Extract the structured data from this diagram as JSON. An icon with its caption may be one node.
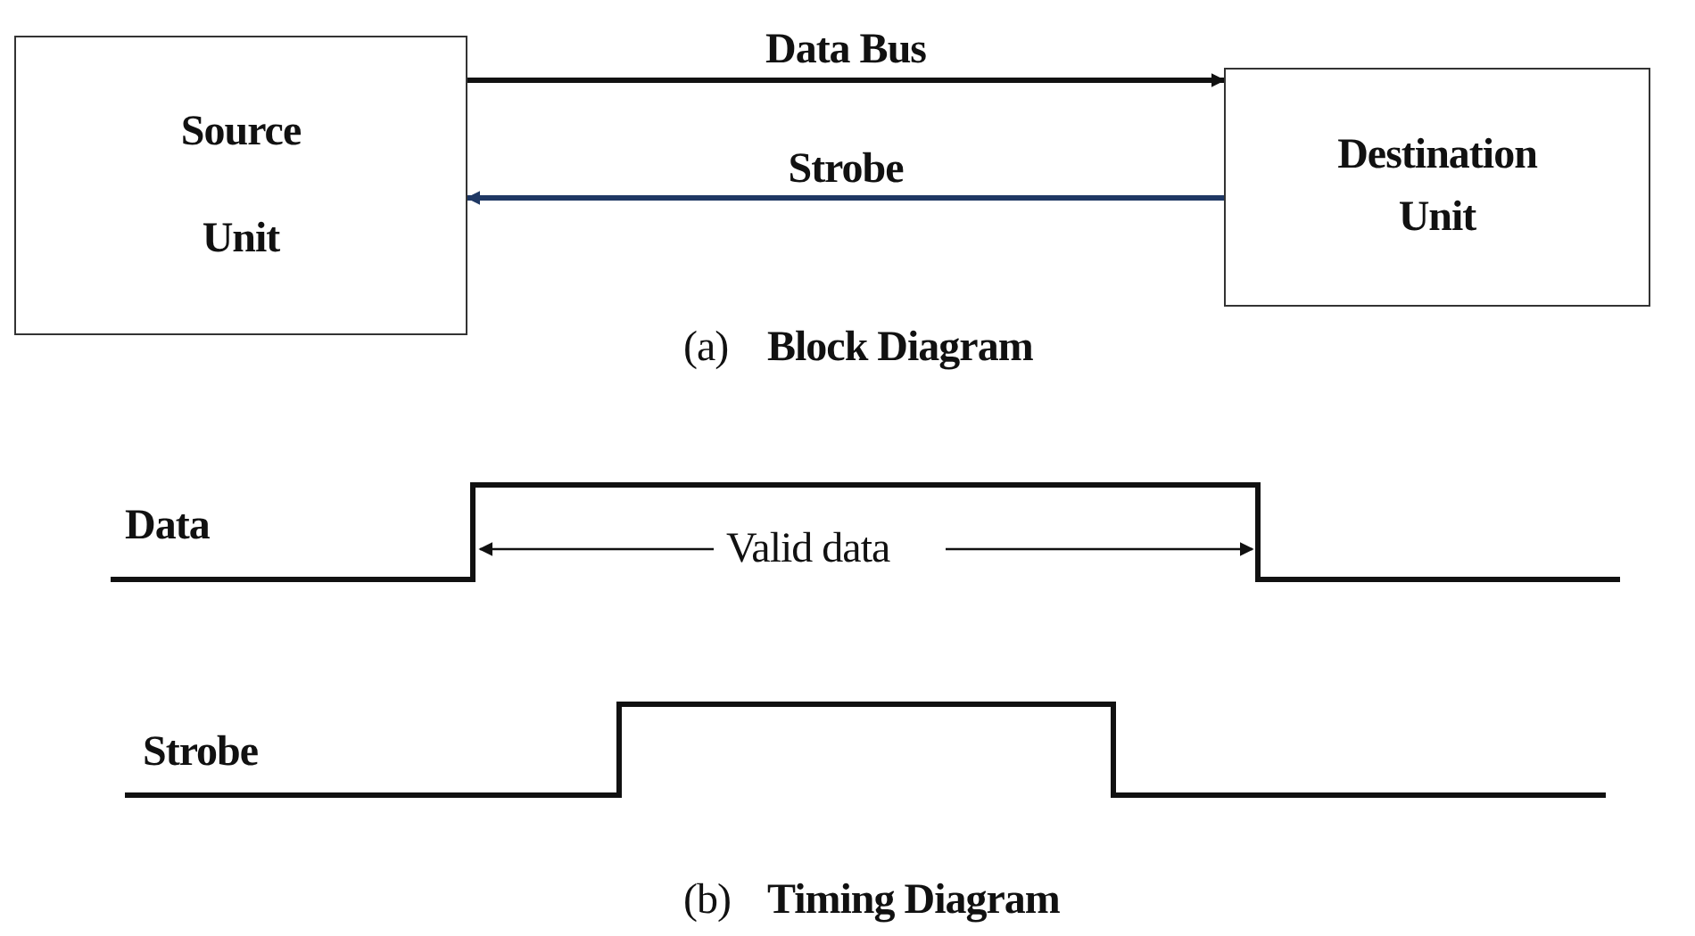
{
  "diagram": {
    "nodes": [
      {
        "text": [
          "Source Unit"
        ]
      },
      {
        "text": [
          "Destination Unit"
        ]
      }
    ],
    "edges": [
      {
        "from": 0,
        "to": 1,
        "arrow": "to",
        "label": "Data Bus"
      },
      {
        "from": 1,
        "to": 0,
        "arrow": "to",
        "label": "Strobe",
        "color": "#1f3864"
      }
    ],
    "labels": [
      "(a)",
      "Block Diagram",
      "Data",
      "Valid data",
      "Strobe",
      "(b)",
      "Timing Diagram"
    ]
  }
}
